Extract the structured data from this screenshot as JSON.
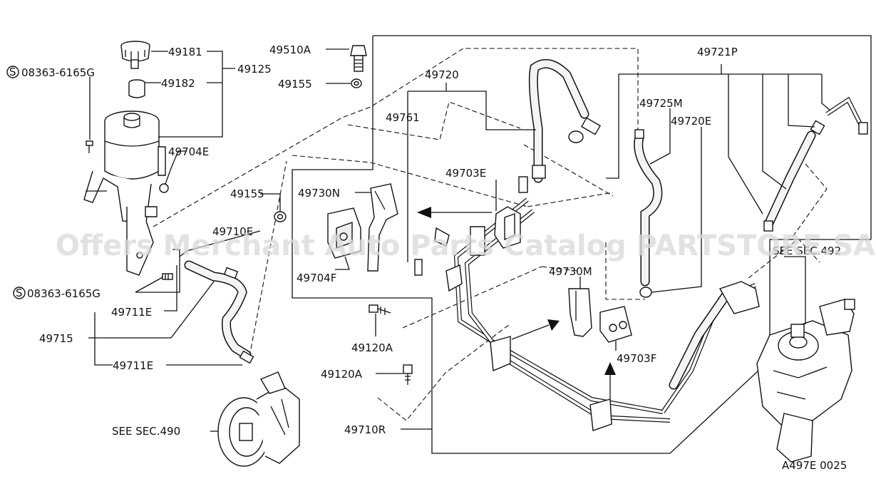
{
  "watermark": "Offers Merchant Auto Parts Catalog PARTSTORE.SA",
  "diagram_code": "A497E 0025",
  "labels": {
    "p49181": "49181",
    "p49125": "49125",
    "p49182": "49182",
    "screw_top": "08363-6165G",
    "screw_bottom": "08363-6165G",
    "screw_prefix": "S",
    "p49704E": "49704E",
    "p49510A": "49510A",
    "p49155_top": "49155",
    "p49155_mid": "49155",
    "p49720": "49720",
    "p49761": "49761",
    "p49703E": "49703E",
    "p49730N": "49730N",
    "p49710E": "49710E",
    "p49704F": "49704F",
    "p49711E_top": "49711E",
    "p49711E_bottom": "49711E",
    "p49715": "49715",
    "p49120A_a": "49120A",
    "p49120A_b": "49120A",
    "p49710R": "49710R",
    "see490": "SEE SEC.490",
    "p49721P": "49721P",
    "p49725M": "49725M",
    "p49720E": "49720E",
    "see492": "SEE SEC.492",
    "p49730M": "49730M",
    "p49703F": "49703F"
  }
}
